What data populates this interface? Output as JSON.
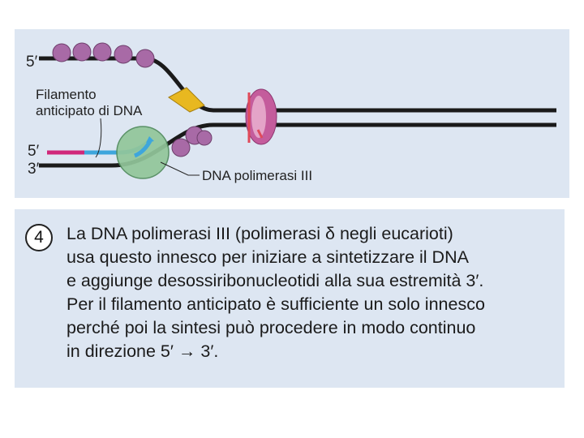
{
  "diagram": {
    "strand_top_5prime": "5′",
    "strand_bottom_5prime": "5′",
    "strand_bottom_3prime": "3′",
    "leading_strand_label_line1": "Filamento",
    "leading_strand_label_line2": "anticipato di DNA",
    "polymerase_label": "DNA polimerasi III"
  },
  "step": {
    "number": "4",
    "lines": [
      "La DNA polimerasi III (polimerasi δ negli eucarioti)",
      "usa questo innesco per iniziare a sintetizzare il DNA",
      "e aggiunge desossiribonucleotidi alla sua estremità 3′.",
      "Per il filamento anticipato è sufficiente un solo innesco",
      "perché poi la sintesi può procedere in modo continuo",
      "in direzione 5′ → 3′."
    ]
  }
}
